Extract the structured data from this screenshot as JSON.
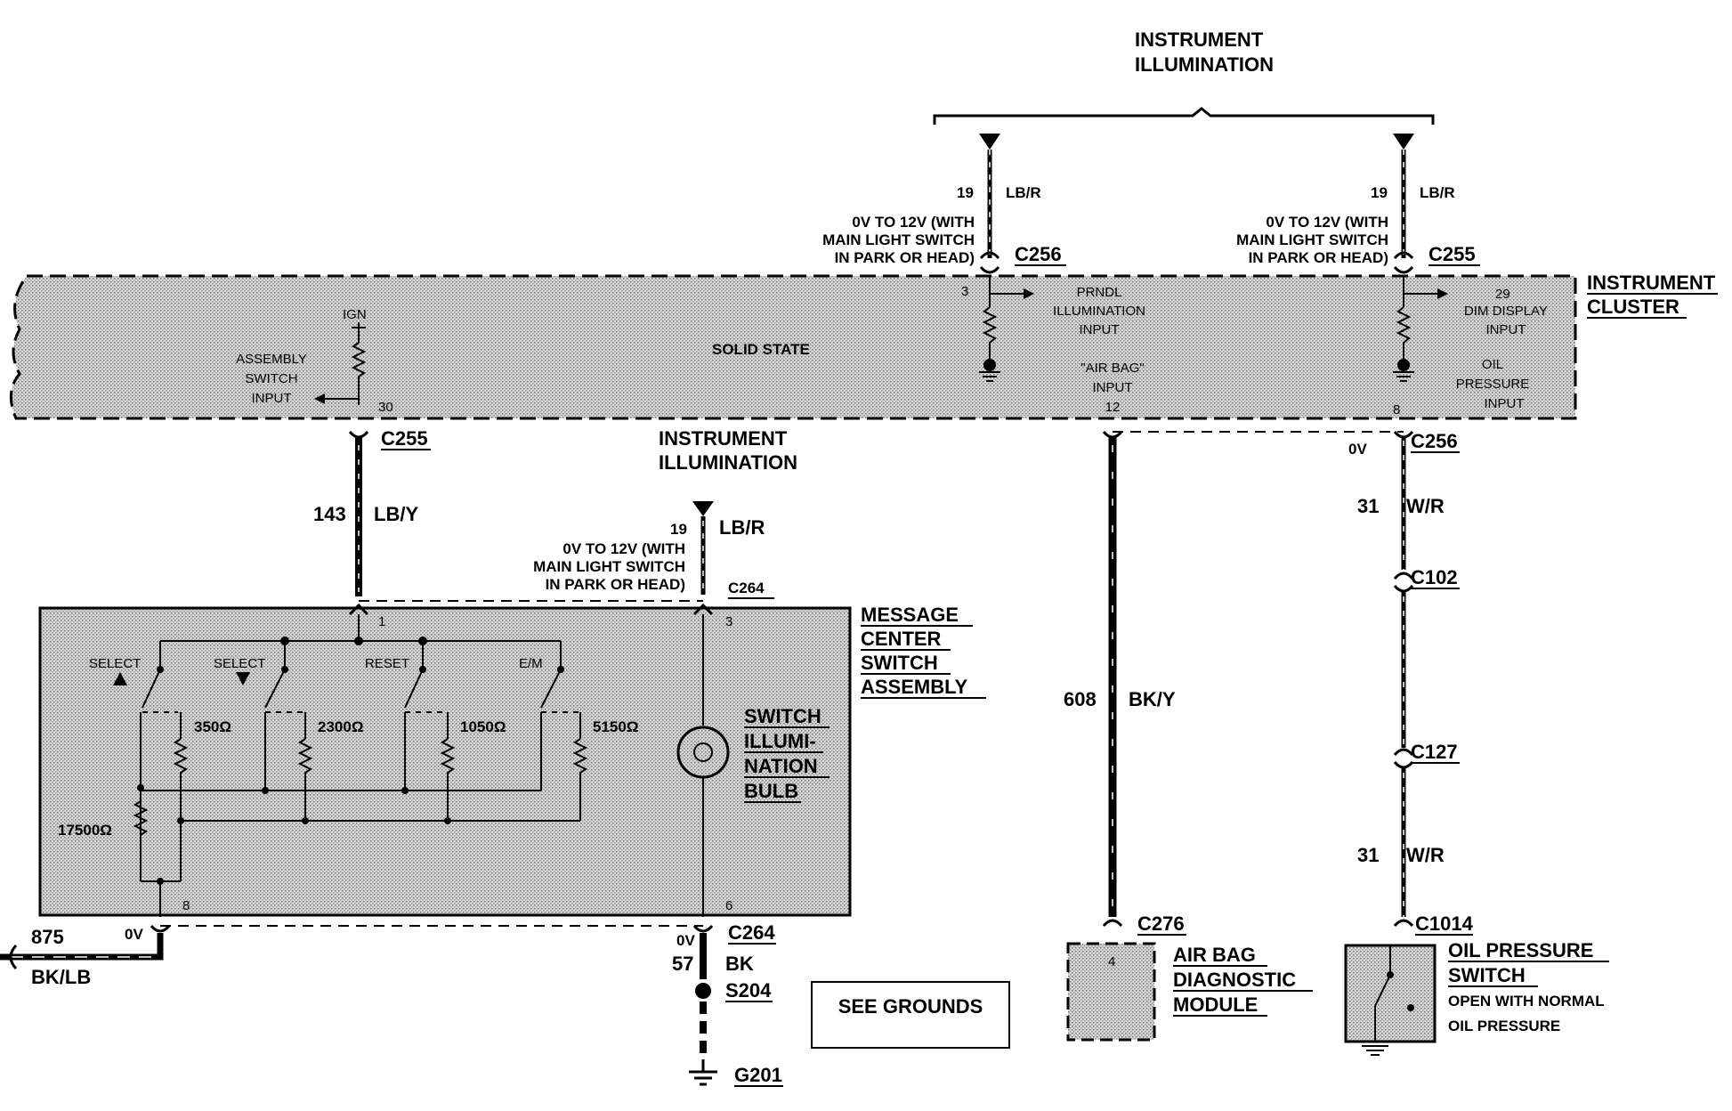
{
  "top_group": {
    "title_line1": "INSTRUMENT",
    "title_line2": "ILLUMINATION"
  },
  "instrument_cluster": {
    "label_line1": "INSTRUMENT",
    "label_line2": "CLUSTER",
    "center_text": "SOLID STATE"
  },
  "left_feed": {
    "circuit": "19",
    "color": "LB/R",
    "note_line1": "0V TO 12V (WITH",
    "note_line2": "MAIN LIGHT SWITCH",
    "note_line3": "IN PARK OR HEAD)",
    "connector": "C256",
    "pin": "3",
    "input_line1": "PRNDL",
    "input_line2": "ILLUMINATION",
    "input_line3": "INPUT"
  },
  "right_feed": {
    "circuit": "19",
    "color": "LB/R",
    "note_line1": "0V TO 12V (WITH",
    "note_line2": "MAIN LIGHT SWITCH",
    "note_line3": "IN PARK OR HEAD)",
    "connector": "C255",
    "pin": "29",
    "input_line1": "DIM DISPLAY",
    "input_line2": "INPUT"
  },
  "ign": {
    "label": "IGN",
    "input_line1": "ASSEMBLY",
    "input_line2": "SWITCH",
    "input_line3": "INPUT",
    "pin": "30"
  },
  "airbag_input": {
    "line1": "\"AIR BAG\"",
    "line2": "INPUT",
    "pin": "12"
  },
  "oil_input": {
    "line1": "OIL",
    "line2": "PRESSURE",
    "line3": "INPUT",
    "pin": "8"
  },
  "c255_lower": {
    "connector": "C255",
    "circuit": "143",
    "color": "LB/Y"
  },
  "mid_group": {
    "title_line1": "INSTRUMENT",
    "title_line2": "ILLUMINATION",
    "circuit": "19",
    "color": "LB/R",
    "note_line1": "0V TO 12V (WITH",
    "note_line2": "MAIN LIGHT SWITCH",
    "note_line3": "IN PARK OR HEAD)",
    "connector": "C264"
  },
  "message_center": {
    "label_line1": "MESSAGE",
    "label_line2": "CENTER",
    "label_line3": "SWITCH",
    "label_line4": "ASSEMBLY",
    "pin_1": "1",
    "pin_3": "3",
    "pin_8": "8",
    "pin_6": "6",
    "switch_select_up": "SELECT",
    "switch_select_down": "SELECT",
    "switch_reset": "RESET",
    "switch_em": "E/M",
    "r1": "350Ω",
    "r2": "2300Ω",
    "r3": "1050Ω",
    "r4": "5150Ω",
    "r5": "17500Ω",
    "bulb_line1": "SWITCH",
    "bulb_line2": "ILLUMI-",
    "bulb_line3": "NATION",
    "bulb_line4": "BULB"
  },
  "airbag_wire": {
    "circuit": "608",
    "color": "BK/Y",
    "connector": "C276",
    "pin": "4"
  },
  "airbag_module": {
    "line1": "AIR BAG",
    "line2": "DIAGNOSTIC",
    "line3": "MODULE"
  },
  "oil_wire": {
    "voltage": "0V",
    "connector_top": "C256",
    "circuit_top": "31",
    "color_top": "W/R",
    "connector_mid1": "C102",
    "connector_mid2": "C127",
    "circuit_bottom": "31",
    "color_bottom": "W/R",
    "connector_bottom": "C1014"
  },
  "oil_switch": {
    "line1": "OIL PRESSURE",
    "line2": "SWITCH",
    "line3": "OPEN WITH NORMAL",
    "line4": "OIL PRESSURE"
  },
  "left_bottom": {
    "circuit": "875",
    "color": "BK/LB",
    "voltage": "0V"
  },
  "ground": {
    "voltage": "0V",
    "connector": "C264",
    "circuit": "57",
    "color": "BK",
    "splice": "S204",
    "ground": "G201",
    "see_grounds": "SEE GROUNDS"
  }
}
